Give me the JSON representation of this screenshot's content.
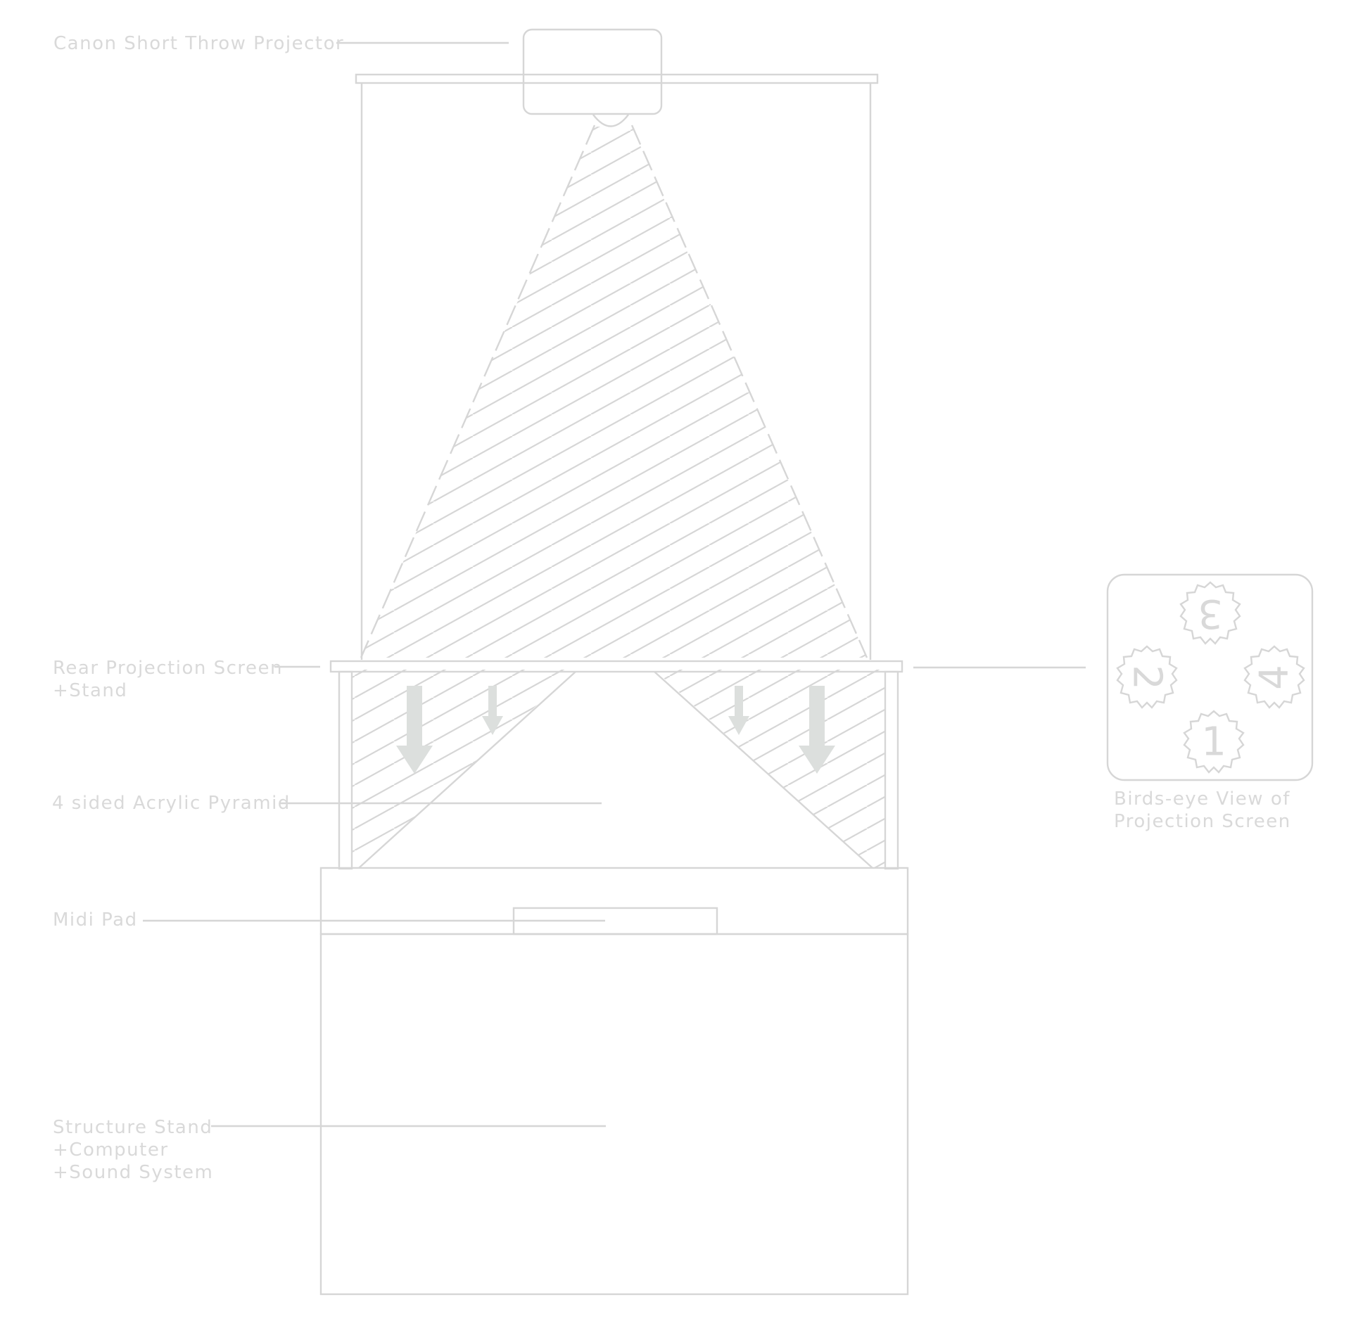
{
  "colors": {
    "line": "#d6d6d6",
    "text": "#d9d9d9",
    "arrow": "#dcdfdd",
    "background": "#ffffff"
  },
  "labels": {
    "projector": "Canon Short Throw Projector",
    "screen_line1": "Rear Projection Screen",
    "screen_line2": "+Stand",
    "pyramid": "4 sided Acrylic Pyramid",
    "midi": "Midi Pad",
    "stand_line1": "Structure Stand",
    "stand_line2": "+Computer",
    "stand_line3": "+Sound System",
    "birds_eye_line1": "Birds-eye View of",
    "birds_eye_line2": "Projection Screen"
  },
  "birds_eye": {
    "numbers": [
      "1",
      "2",
      "3",
      "4"
    ]
  }
}
